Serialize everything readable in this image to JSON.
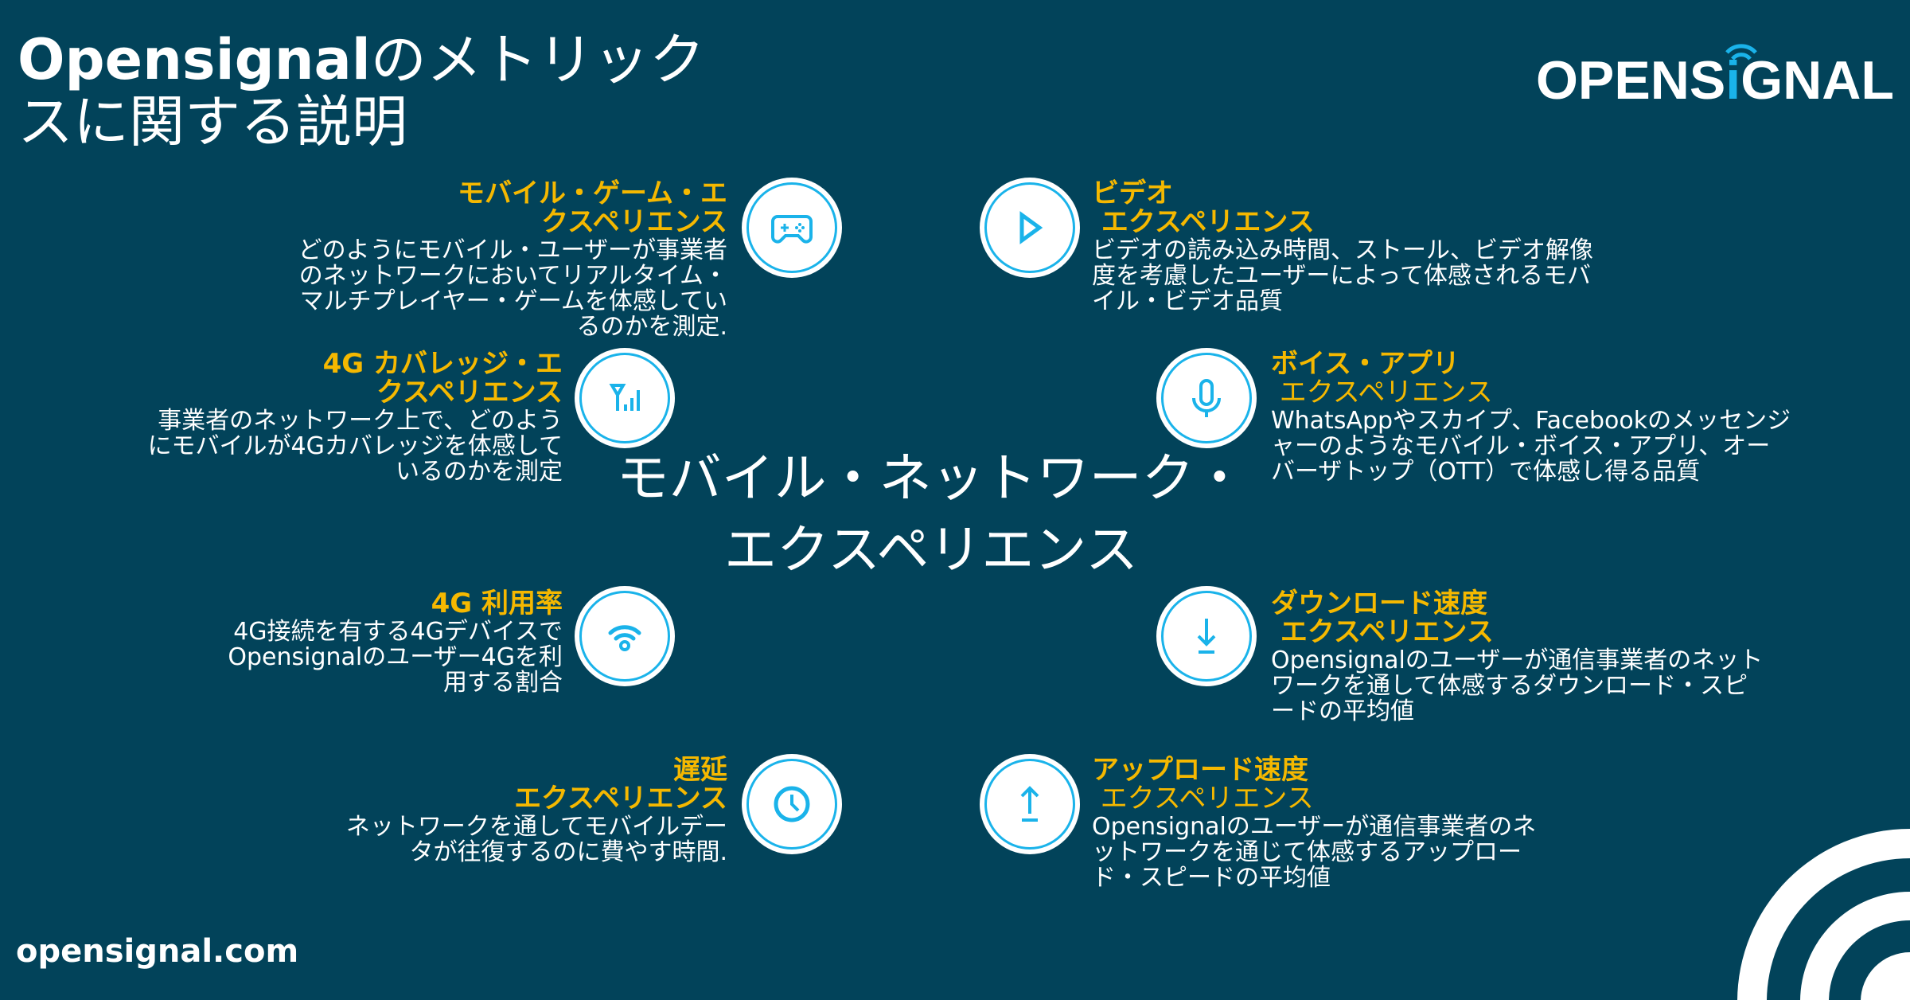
{
  "header": {
    "title_brand": "Opensignal",
    "title_rest_line1": "のメトリック",
    "title_line2": "スに関する説明",
    "logo_text": "OPENSIGNAL"
  },
  "center": {
    "line1": "モバイル・ネットワーク・",
    "line2": "エクスペリエンス"
  },
  "metrics": {
    "game": {
      "title": [
        "モバイル・ゲーム・エ",
        "クスペリエンス"
      ],
      "body": [
        "どのようにモバイル・ユーザーが事業者",
        "のネットワークにおいてリアルタイム・",
        "マルチプレイヤー・ゲームを体感してい",
        "るのかを測定."
      ],
      "icon": "gamepad-icon"
    },
    "video": {
      "title": [
        "ビデオ",
        " エクスペリエンス"
      ],
      "body": [
        "ビデオの読み込み時間、ストール、ビデオ解像",
        "度を考慮したユーザーによって体感されるモバ",
        "イル・ビデオ品質"
      ],
      "icon": "play-icon"
    },
    "coverage": {
      "title": [
        "4G カバレッジ・エ",
        "クスペリエンス"
      ],
      "body": [
        "事業者のネットワーク上で、どのよう",
        "にモバイルが4Gカバレッジを体感して",
        "いるのかを測定"
      ],
      "icon": "signal-bars-icon"
    },
    "voice": {
      "title": [
        "ボイス・アプリ",
        " エクスペリエンス"
      ],
      "body": [
        "WhatsAppやスカイプ、Facebookのメッセンジ",
        "ャーのようなモバイル・ボイス・アプリ、オー",
        "バーザトップ（OTT）で体感し得る品質"
      ],
      "icon": "microphone-icon"
    },
    "availability": {
      "title": [
        "4G 利用率"
      ],
      "body": [
        "4G接続を有する4Gデバイスで",
        "Opensignalのユーザー4Gを利",
        "用する割合"
      ],
      "icon": "wifi-icon"
    },
    "download": {
      "title": [
        "ダウンロード速度",
        " エクスペリエンス"
      ],
      "body": [
        "Opensignalのユーザーが通信事業者のネット",
        "ワークを通して体感するダウンロード・スピ",
        "ードの平均値"
      ],
      "icon": "download-icon"
    },
    "latency": {
      "title": [
        "遅延",
        "エクスペリエンス"
      ],
      "body": [
        "ネットワークを通してモバイルデー",
        "タが往復するのに費やす時間."
      ],
      "icon": "clock-icon"
    },
    "upload": {
      "title": [
        "アップロード速度",
        " エクスペリエンス"
      ],
      "body": [
        "Opensignalのユーザーが通信事業者のネ",
        "ットワークを通じて体感するアップロー",
        "ド・スピードの平均値"
      ],
      "icon": "upload-icon"
    }
  },
  "footer": {
    "url": "opensignal.com"
  },
  "colors": {
    "background": "#02435a",
    "accent": "#f5b800",
    "icon": "#1ab3ea"
  }
}
